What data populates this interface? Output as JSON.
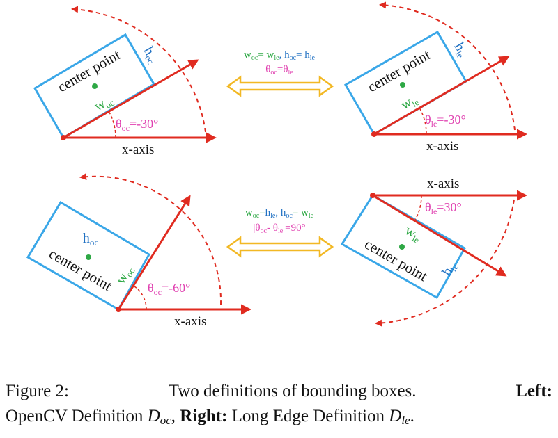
{
  "colors": {
    "box": "#3aa7e8",
    "axis": "#e02b20",
    "center": "#2ea845",
    "width_label": "#2ea845",
    "height_label": "#2272c3",
    "angle_label": "#e040b0",
    "double_arrow": "#f2b824",
    "text": "#111111"
  },
  "panels": {
    "top_left": {
      "center_label": "center point",
      "w_main": "w",
      "w_sub": "oc",
      "h_main": "h",
      "h_sub": "oc",
      "theta_main": "θ",
      "theta_sub": "oc",
      "theta_val": "=-30°",
      "axis_label": "x-axis"
    },
    "top_right": {
      "center_label": "center point",
      "w_main": "w",
      "w_sub": "le",
      "h_main": "h",
      "h_sub": "le",
      "theta_main": "θ",
      "theta_sub": "le",
      "theta_val": "=-30°",
      "axis_label": "x-axis"
    },
    "bottom_left": {
      "center_label": "center point",
      "w_main": "w",
      "w_sub": "oc",
      "h_main": "h",
      "h_sub": "oc",
      "theta_main": "θ",
      "theta_sub": "oc",
      "theta_val": "=-60°",
      "axis_label": "x-axis"
    },
    "bottom_right": {
      "center_label": "center point",
      "w_main": "w",
      "w_sub": "le",
      "h_main": "h",
      "h_sub": "le",
      "theta_main": "θ",
      "theta_sub": "le",
      "theta_val": "=30°",
      "axis_label": "x-axis"
    }
  },
  "relations": {
    "top": {
      "line1": {
        "w1": "w",
        "w1_sub": "oc",
        "eq1": "= ",
        "w2": "w",
        "w2_sub": "le",
        "sep": ", ",
        "h1": "h",
        "h1_sub": "oc",
        "eq2": "= ",
        "h2": "h",
        "h2_sub": "le"
      },
      "line2": {
        "t1": "θ",
        "t1_sub": "oc",
        "eq": "=",
        "t2": "θ",
        "t2_sub": "le"
      }
    },
    "bottom": {
      "line1": {
        "w1": "w",
        "w1_sub": "oc",
        "eq1": "=",
        "h2": "h",
        "h2_sub": "le",
        "sep": ", ",
        "h1": "h",
        "h1_sub": "oc",
        "eq2": "= ",
        "w2": "w",
        "w2_sub": "le"
      },
      "line2": {
        "open": "|",
        "t1": "θ",
        "t1_sub": "oc",
        "minus": "- ",
        "t2": "θ",
        "t2_sub": "le",
        "close": "|=90°"
      }
    }
  },
  "caption": {
    "prefix": "Figure 2:",
    "text": "Two definitions of bounding boxes.",
    "left_label": "Left:",
    "left_text": "OpenCV Definition",
    "left_symbol": "D",
    "left_symbol_sub": "oc",
    "comma": ",",
    "right_label": "Right:",
    "right_text": "Long Edge Definition",
    "right_symbol": "D",
    "right_symbol_sub": "le",
    "period": "."
  }
}
